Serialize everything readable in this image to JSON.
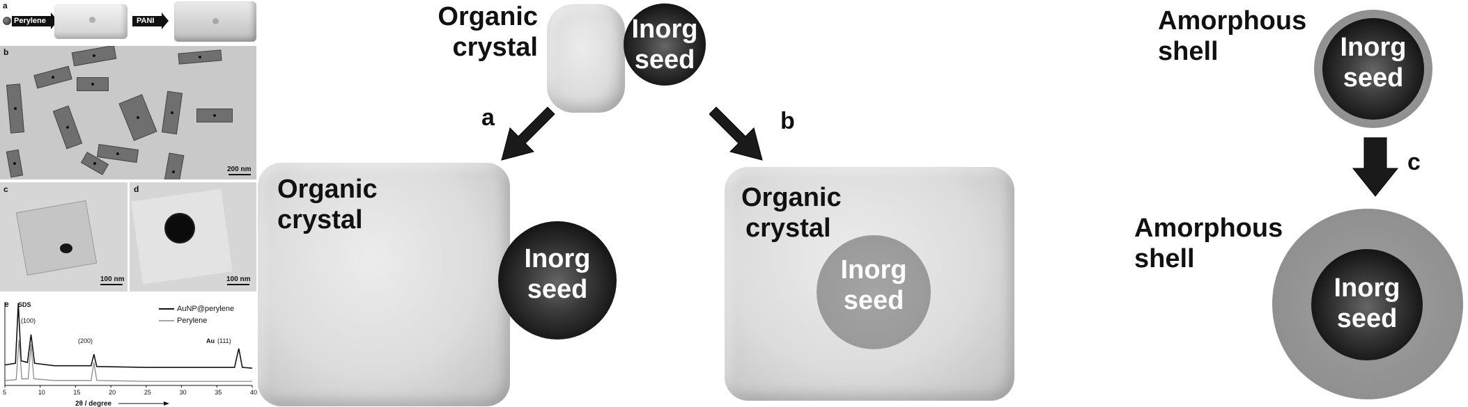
{
  "panels_left": {
    "a": {
      "label": "a",
      "arrow1": "Perylene",
      "arrow2": "PANI"
    },
    "b": {
      "label": "b",
      "scale": "200 nm"
    },
    "c": {
      "label": "c",
      "scale": "100 nm"
    },
    "d": {
      "label": "d",
      "scale": "100 nm"
    },
    "e": {
      "label": "e",
      "peak_sds": "SDS",
      "peak_100": "(100)",
      "peak_200": "(200)",
      "peak_au": "Au",
      "peak_au_hkl": "(111)",
      "legend": [
        "AuNP@perylene",
        "Perylene"
      ],
      "xlabel": "2θ / degree",
      "xticks": [
        "5",
        "10",
        "15",
        "20",
        "25",
        "30",
        "35",
        "40"
      ]
    }
  },
  "chart_data": {
    "type": "line",
    "xlabel": "2θ / degree",
    "xlim": [
      5,
      40
    ],
    "series": [
      {
        "name": "AuNP@perylene",
        "x": [
          5,
          6.5,
          6.9,
          7.3,
          8.2,
          8.7,
          9.2,
          12,
          17.2,
          17.6,
          18.0,
          25,
          37.5,
          38.1,
          38.6,
          40
        ],
        "y": [
          0.25,
          0.27,
          1.0,
          0.3,
          0.28,
          0.62,
          0.27,
          0.24,
          0.24,
          0.38,
          0.23,
          0.22,
          0.22,
          0.45,
          0.22,
          0.21
        ]
      },
      {
        "name": "Perylene",
        "x": [
          5,
          6.6,
          7.0,
          7.4,
          8.3,
          8.7,
          9.1,
          12,
          17.2,
          17.6,
          18.0,
          25,
          38,
          40
        ],
        "y": [
          0.06,
          0.07,
          0.55,
          0.08,
          0.08,
          0.5,
          0.08,
          0.06,
          0.06,
          0.28,
          0.06,
          0.05,
          0.05,
          0.05
        ]
      }
    ]
  },
  "diagram": {
    "top_crystal_label": [
      "Organic",
      "crystal"
    ],
    "top_seed_label": [
      "Inorg",
      "seed"
    ],
    "arrow_a": "a",
    "arrow_b": "b",
    "left_crystal_label": [
      "Organic",
      "crystal"
    ],
    "left_seed_label": [
      "Inorg",
      "seed"
    ],
    "mid_crystal_label": [
      "Organic",
      "crystal"
    ],
    "mid_seed_label": [
      "Inorg",
      "seed"
    ],
    "right_top_shell_label": [
      "Amorphous",
      "shell"
    ],
    "right_top_seed_label": [
      "Inorg",
      "seed"
    ],
    "arrow_c": "c",
    "right_bottom_shell_label": [
      "Amorphous",
      "shell"
    ],
    "right_bottom_seed_label": [
      "Inorg",
      "seed"
    ]
  }
}
